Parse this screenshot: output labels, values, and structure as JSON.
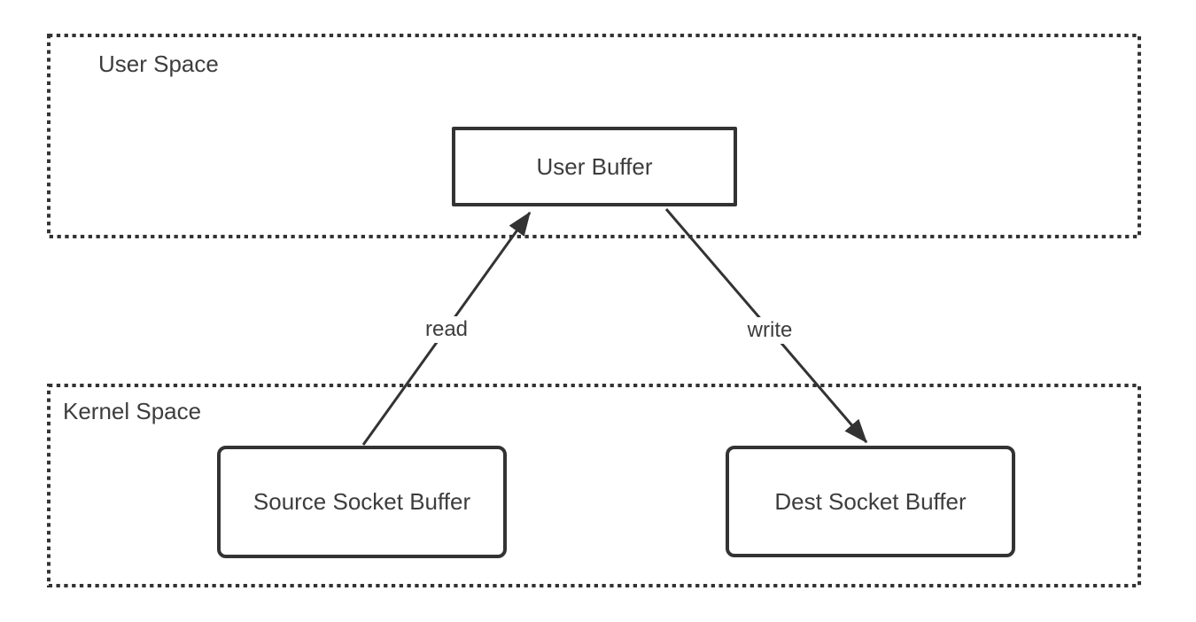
{
  "diagram": {
    "type": "flow-diagram",
    "title": "",
    "regions": [
      {
        "id": "user-space",
        "label": "User Space"
      },
      {
        "id": "kernel-space",
        "label": "Kernel Space"
      }
    ],
    "nodes": [
      {
        "id": "user-buffer",
        "label": "User Buffer",
        "region": "user-space"
      },
      {
        "id": "source-socket-buffer",
        "label": "Source Socket Buffer",
        "region": "kernel-space"
      },
      {
        "id": "dest-socket-buffer",
        "label": "Dest Socket Buffer",
        "region": "kernel-space"
      }
    ],
    "edges": [
      {
        "id": "read",
        "label": "read",
        "from": "source-socket-buffer",
        "to": "user-buffer"
      },
      {
        "id": "write",
        "label": "write",
        "from": "user-buffer",
        "to": "dest-socket-buffer"
      }
    ],
    "colors": {
      "stroke": "#333333",
      "text": "#3d3d3d",
      "background": "#ffffff"
    }
  }
}
